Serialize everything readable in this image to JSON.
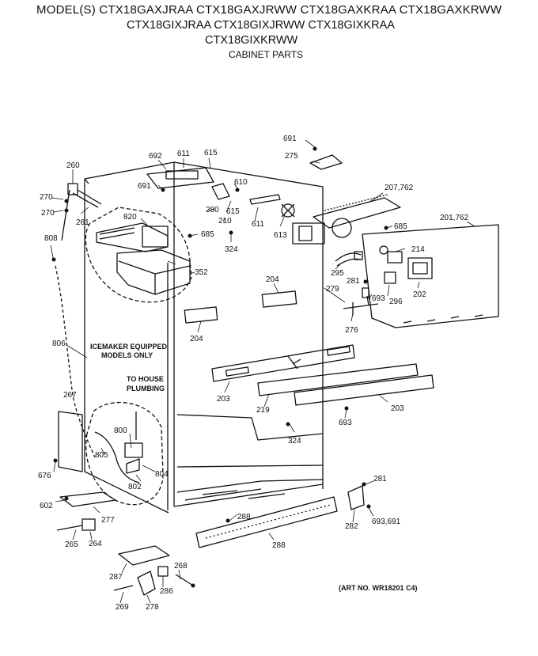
{
  "header": {
    "line1": "MODEL(S) CTX18GAXJRAA  CTX18GAXJRWW  CTX18GAXKRAA  CTX18GAXKRWW",
    "line2": "CTX18GIXJRAA  CTX18GIXJRWW  CTX18GIXKRAA",
    "line3": "CTX18GIXKRWW",
    "section": "CABINET PARTS"
  },
  "notes": {
    "icemaker_line1": "ICEMAKER EQUIPPED",
    "icemaker_line2": "MODELS ONLY",
    "plumbing_line1": "TO HOUSE",
    "plumbing_line2": "PLUMBING"
  },
  "art_number": "(ART NO. WR18201 C4)",
  "part_labels": {
    "p691_top": "691",
    "p275": "275",
    "p692": "692",
    "p611_top": "611",
    "p615_top": "615",
    "p260": "260",
    "p691_mid": "691",
    "p610": "610",
    "p207_762": "207,762",
    "p270_a": "270",
    "p270_b": "270",
    "p280": "280",
    "p615_mid": "615",
    "p820": "820",
    "p261": "261",
    "p210": "210",
    "p611_mid": "611",
    "p613": "613",
    "p201_762": "201,762",
    "p685_right": "685",
    "p808": "808",
    "p685_left": "685",
    "p324_top": "324",
    "p214": "214",
    "p352": "352",
    "p204_mid": "204",
    "p295": "295",
    "p281_mid": "281",
    "p279": "279",
    "p693_mid": "693",
    "p296": "296",
    "p202": "202",
    "p204_left": "204",
    "p276": "276",
    "p806": "806",
    "p267": "267",
    "p203_left": "203",
    "p219": "219",
    "p203_right": "203",
    "p693_low": "693",
    "p800": "800",
    "p324_low": "324",
    "p805": "805",
    "p804": "804",
    "p802": "802",
    "p676": "676",
    "p281_low": "281",
    "p602": "602",
    "p277": "277",
    "p288_a": "288",
    "p282": "282",
    "p693_691": "693,691",
    "p265": "265",
    "p264": "264",
    "p288_b": "288",
    "p268": "268",
    "p287": "287",
    "p286": "286",
    "p269": "269",
    "p278": "278"
  }
}
